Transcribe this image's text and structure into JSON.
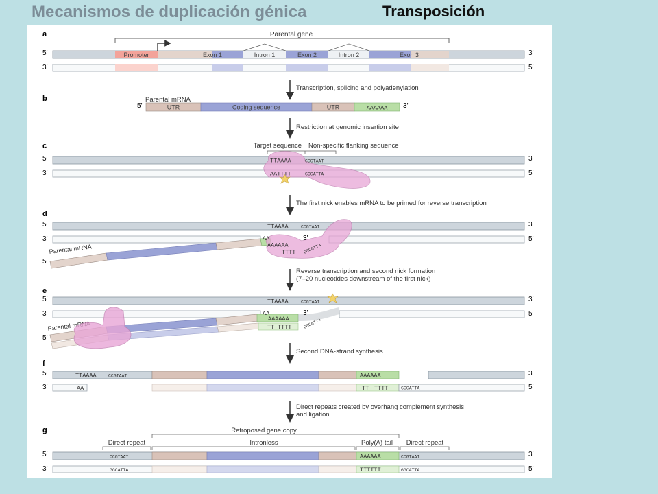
{
  "slide": {
    "title": "Mecanismos de duplicación génica",
    "subtitle": "Transposición"
  },
  "colors": {
    "background": "#bde0e4",
    "promoter": "#f3a39a",
    "exon": "#9aa3d6",
    "intron": "#e3d4cc",
    "utr": "#d9c2b8",
    "polyA": "#b9dea6",
    "dna": "#cdd5dc",
    "enzyme": "#e8a6d6"
  },
  "figure": {
    "panels": [
      "a",
      "b",
      "c",
      "d",
      "e",
      "f",
      "g"
    ],
    "ends": {
      "five": "5′",
      "three": "3′"
    },
    "a": {
      "parental_gene": "Parental gene",
      "promoter": "Promoter",
      "exon1": "Exon 1",
      "intron1": "Intron 1",
      "exon2": "Exon 2",
      "intron2": "Intron 2",
      "exon3": "Exon 3"
    },
    "steps": [
      "Transcription, splicing and polyadenylation",
      "Restriction at genomic insertion site",
      "The first nick enables mRNA to be primed for reverse transcription",
      "Reverse transcription and second nick formation",
      "(7–20 nucleotides downstream of the first nick)",
      "Second DNA-strand synthesis",
      "Direct repeats created by overhang complement synthesis",
      "and ligation"
    ],
    "b": {
      "parental_mrna": "Parental mRNA",
      "utr": "UTR",
      "coding": "Coding sequence",
      "polyA": "AAAAAA"
    },
    "c": {
      "target": "Target sequence",
      "flanking": "Non-specific flanking sequence",
      "top_seq": "TTAAAA",
      "top_flank": "CCGTAAT",
      "bottom_seq": "AATTTT",
      "bottom_flank": "GGCATTA"
    },
    "d": {
      "mrna_label": "Parental mRNA",
      "top_seq": "TTAAAA",
      "top_flank": "CCGTAAT",
      "aa": "AA",
      "polyA": "AAAAAA",
      "tttt": "TTTT",
      "ggc": "GGCATTA"
    },
    "e": {
      "mrna_label": "Parental mRNA",
      "top_seq": "TTAAAA",
      "top_flank": "CCGTAAT",
      "aa": "AA",
      "polyA": "AAAAAA",
      "tt": "TT",
      "tttt": "TTTT",
      "ggc": "GGCATTA"
    },
    "f": {
      "top_seq": "TTAAAA",
      "top_flank": "CCGTAAT",
      "aa": "AA",
      "polyA": "AAAAAA",
      "tt": "TT",
      "tttt": "TTTT",
      "ggc": "GGCATTA"
    },
    "g": {
      "retroposed": "Retroposed gene copy",
      "direct_repeat": "Direct repeat",
      "intronless": "Intronless",
      "polyA_tail": "Poly(A) tail",
      "top_left": "CCGTAAT",
      "bottom_left": "GGCATTA",
      "polyA": "AAAAAA",
      "top_right": "CCGTAAT",
      "tttttt": "TTTTTT",
      "bottom_right": "GGCATTA"
    }
  }
}
